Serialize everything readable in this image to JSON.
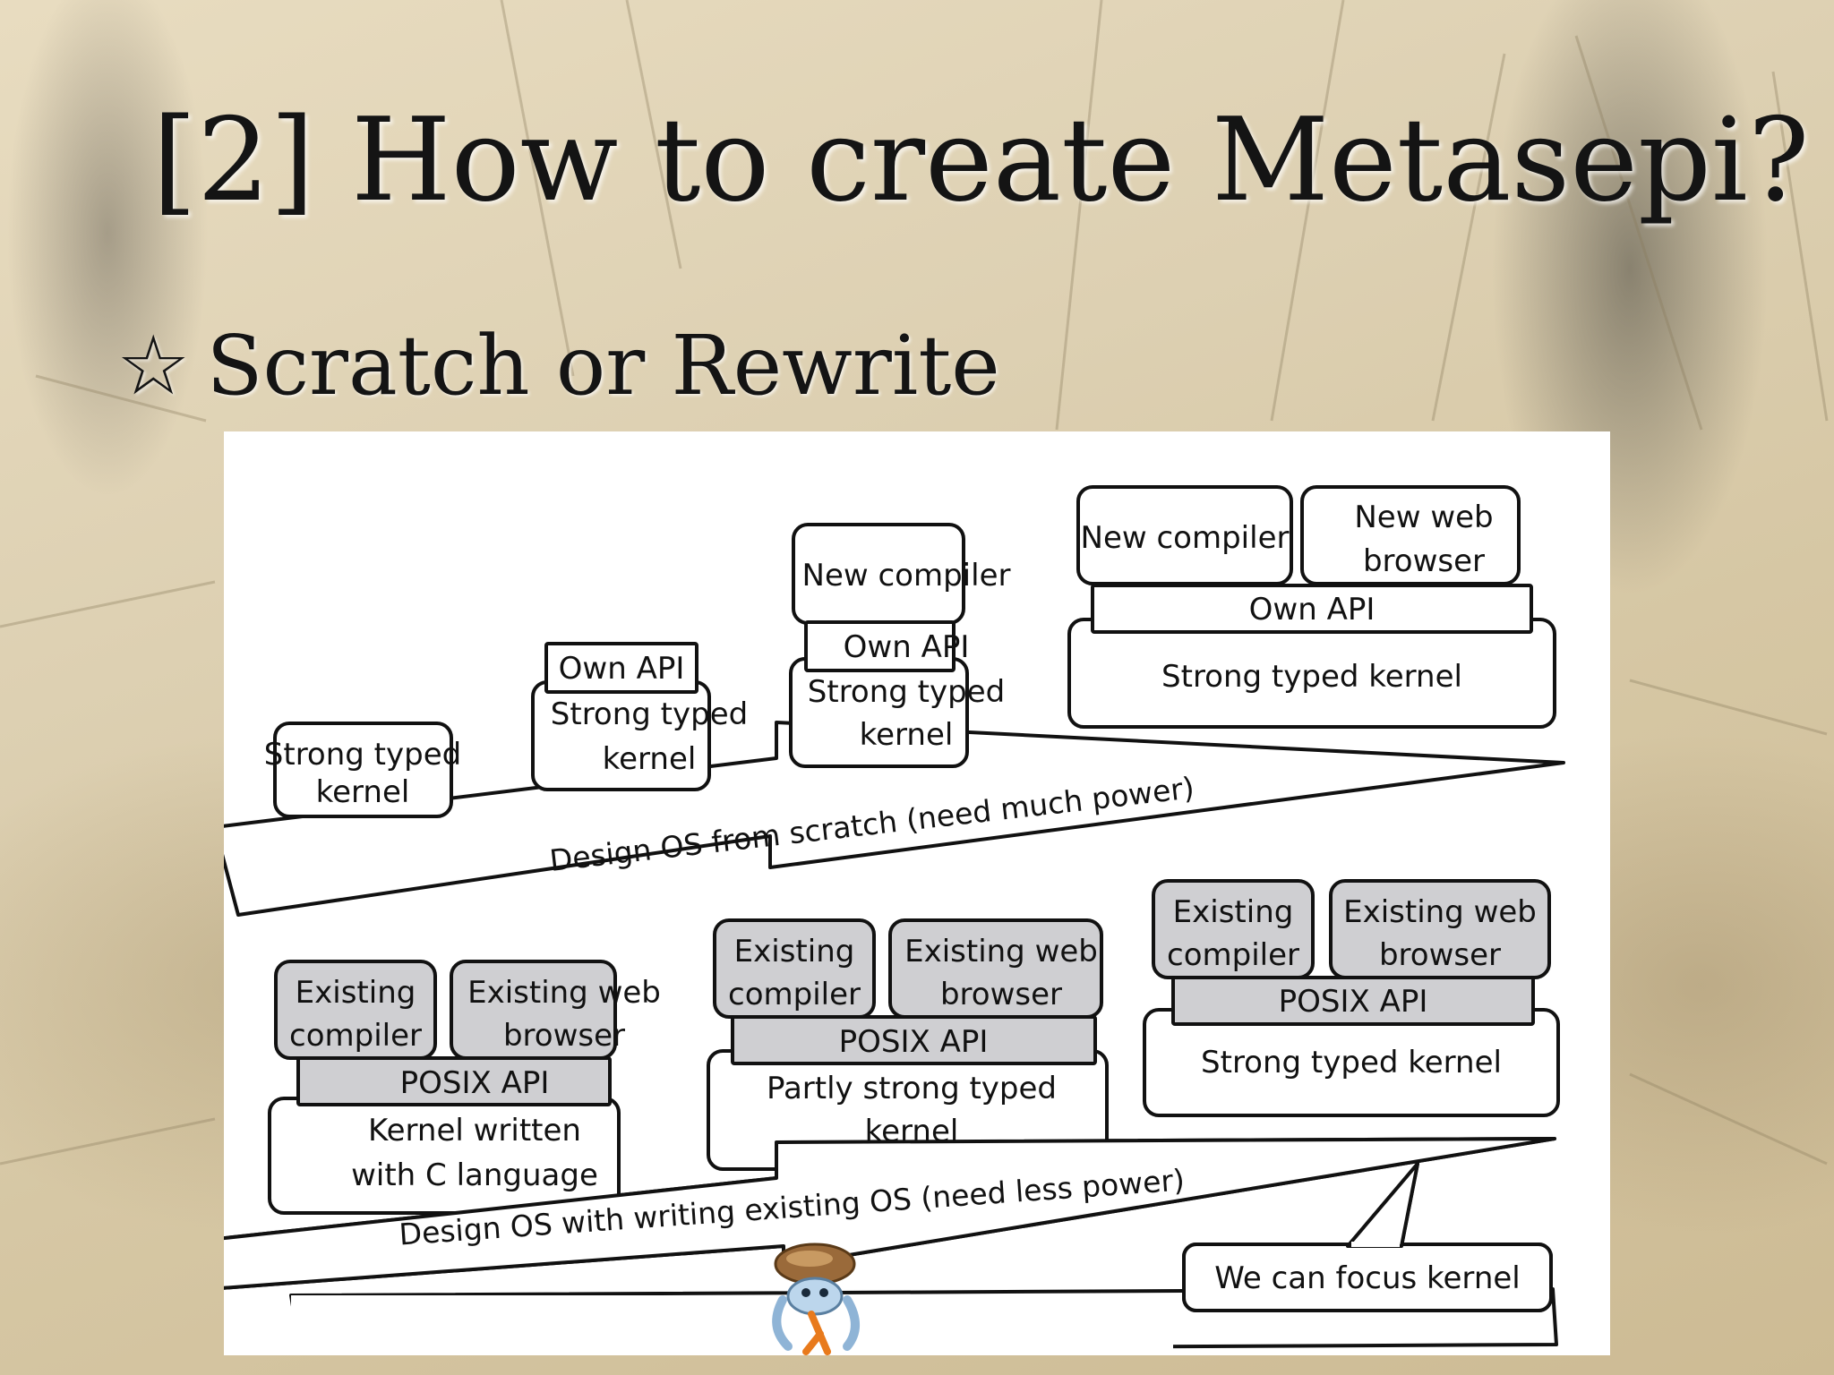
{
  "slide": {
    "title": "[2] How to create Metasepi?",
    "bullet_icon": "star-outline-icon",
    "bullet_text": "Scratch or Rewrite"
  },
  "diagram": {
    "scratch": {
      "arrow_label": "Design OS from scratch (need much power)",
      "stage1": {
        "kernel": [
          "Strong typed",
          "kernel"
        ]
      },
      "stage2": {
        "api": "Own API",
        "kernel": [
          "Strong typed",
          "kernel"
        ]
      },
      "stage3": {
        "app": "New compiler",
        "api": "Own API",
        "kernel": [
          "Strong typed",
          "kernel"
        ]
      },
      "stage4": {
        "app1": "New compiler",
        "app2": [
          "New web",
          "browser"
        ],
        "api": "Own API",
        "kernel": "Strong typed kernel"
      }
    },
    "rewrite": {
      "arrow_label": "Design OS with writing existing OS (need less power)",
      "stage1": {
        "app1": [
          "Existing",
          "compiler"
        ],
        "app2": [
          "Existing web",
          "browser"
        ],
        "api": "POSIX API",
        "kernel": [
          "Kernel written",
          "with C language"
        ]
      },
      "stage2": {
        "app1": [
          "Existing",
          "compiler"
        ],
        "app2": [
          "Existing web",
          "browser"
        ],
        "api": "POSIX API",
        "kernel": [
          "Partly strong typed",
          "kernel"
        ]
      },
      "stage3": {
        "app1": [
          "Existing",
          "compiler"
        ],
        "app2": [
          "Existing web",
          "browser"
        ],
        "api": "POSIX API",
        "kernel": "Strong typed kernel"
      }
    },
    "callout": "We can focus kernel",
    "mascot_icon": "haskell-squid-mascot-icon"
  }
}
